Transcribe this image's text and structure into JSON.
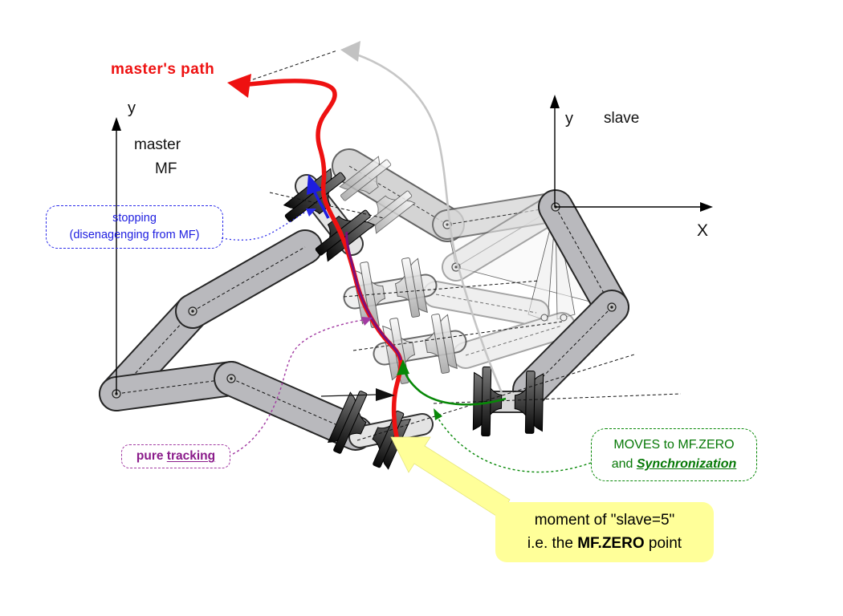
{
  "labels": {
    "masters_path": "master's path",
    "master_axis_y": "y",
    "master_name": "master",
    "master_mf": "MF",
    "slave_axis_y": "y",
    "slave_name": "slave",
    "slave_axis_x": "X"
  },
  "callouts": {
    "stopping": {
      "line1": "stopping",
      "line2": "(disenagenging from MF)"
    },
    "tracking": {
      "prefix": "pure ",
      "underlined": "tracking"
    },
    "moves": {
      "line1": "MOVES to MF.ZERO",
      "line2_prefix": "and ",
      "line2_em": "Synchronization"
    },
    "moment": {
      "line1": "moment of \"slave=5\"",
      "line2_prefix": "i.e. the ",
      "line2_bold": "MF.ZERO",
      "line2_suffix": " point"
    }
  },
  "colors": {
    "master_path": "#ee1111",
    "stopping_segment": "#1d1de0",
    "tracking_segment": "#7b0f7b",
    "sync_green": "#078807",
    "slave_path_gray": "#c6c6c6",
    "highlight_yellow": "#ffff99"
  }
}
